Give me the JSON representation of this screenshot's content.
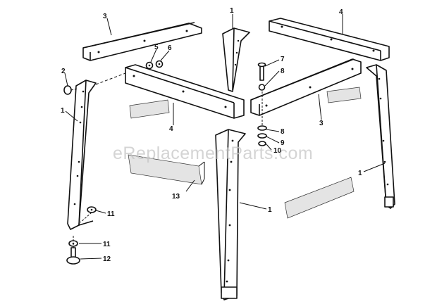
{
  "watermark": "eReplacementParts.com",
  "callouts": {
    "leg_top": "1",
    "leg_left": "1",
    "leg_right": "1",
    "leg_front": "1",
    "bolt_2": "2",
    "rail_top_left": "3",
    "rail_right": "3",
    "rail_top_right": "4",
    "rail_front": "4",
    "nut_5": "5",
    "washer_6": "6",
    "bolt_7": "7",
    "washer_8a": "8",
    "washer_8b": "8",
    "washer_9": "9",
    "nut_10": "10",
    "nut_11a": "11",
    "nut_11b": "11",
    "leveler_12": "12",
    "brace_13": "13"
  }
}
